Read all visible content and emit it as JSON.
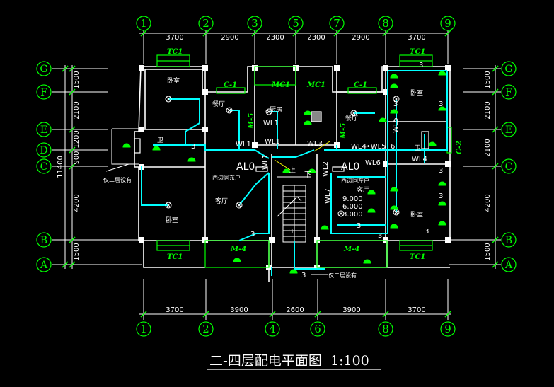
{
  "title": "二-四层配电平面图",
  "scale": "1:100",
  "colors": {
    "background": "#000000",
    "axis": "#00ff00",
    "wall": "#ffffff",
    "wiring": "#00ffff",
    "fixture": "#00ff00",
    "text": "#ffffff",
    "highlight": "#ffff00"
  },
  "axes_top": [
    "1",
    "2",
    "3",
    "5",
    "7",
    "8",
    "9"
  ],
  "axes_bottom": [
    "1",
    "2",
    "4",
    "6",
    "8",
    "9"
  ],
  "axes_left": [
    "G",
    "F",
    "E",
    "D",
    "C",
    "B",
    "A"
  ],
  "axes_right": [
    "G",
    "F",
    "E",
    "C",
    "B",
    "A"
  ],
  "dims_top": [
    "3700",
    "2900",
    "2300",
    "2300",
    "2900",
    "3700"
  ],
  "dims_bottom": [
    "3700",
    "3900",
    "2600",
    "3900",
    "3700"
  ],
  "dims_left": [
    "1500",
    "2100",
    "1200",
    "900",
    "4200",
    "1500"
  ],
  "dim_left_total": "11400",
  "dims_right": [
    "1500",
    "2100",
    "2100",
    "4200",
    "1500"
  ],
  "rooms": {
    "bedroom": "卧室",
    "dining": "餐厅",
    "kitchen": "厨房",
    "bath": "卫",
    "living": "客厅"
  },
  "labels": {
    "tc1": "TC1",
    "c1": "C-1",
    "mc1": "MC1",
    "m5": "M-5",
    "m4": "M-4",
    "c2": "C-2",
    "al0": "AL0",
    "wl1": "WL1",
    "wl2": "WL2",
    "wl3": "WL3",
    "wl4": "WL4",
    "wl45": "WL4•WL5",
    "wl5": "WL5",
    "wl6": "WL6",
    "wl7": "WL7",
    "up": "上",
    "down": "下",
    "num3": "3",
    "num6": "6",
    "left_unit": "西边同东户",
    "right_unit": "西边同左户",
    "to_floor2_left": "仅二层设有",
    "to_floor2_bottom": "仅二层设有"
  },
  "elevations": [
    "9.000",
    "6.000",
    "3.000"
  ]
}
